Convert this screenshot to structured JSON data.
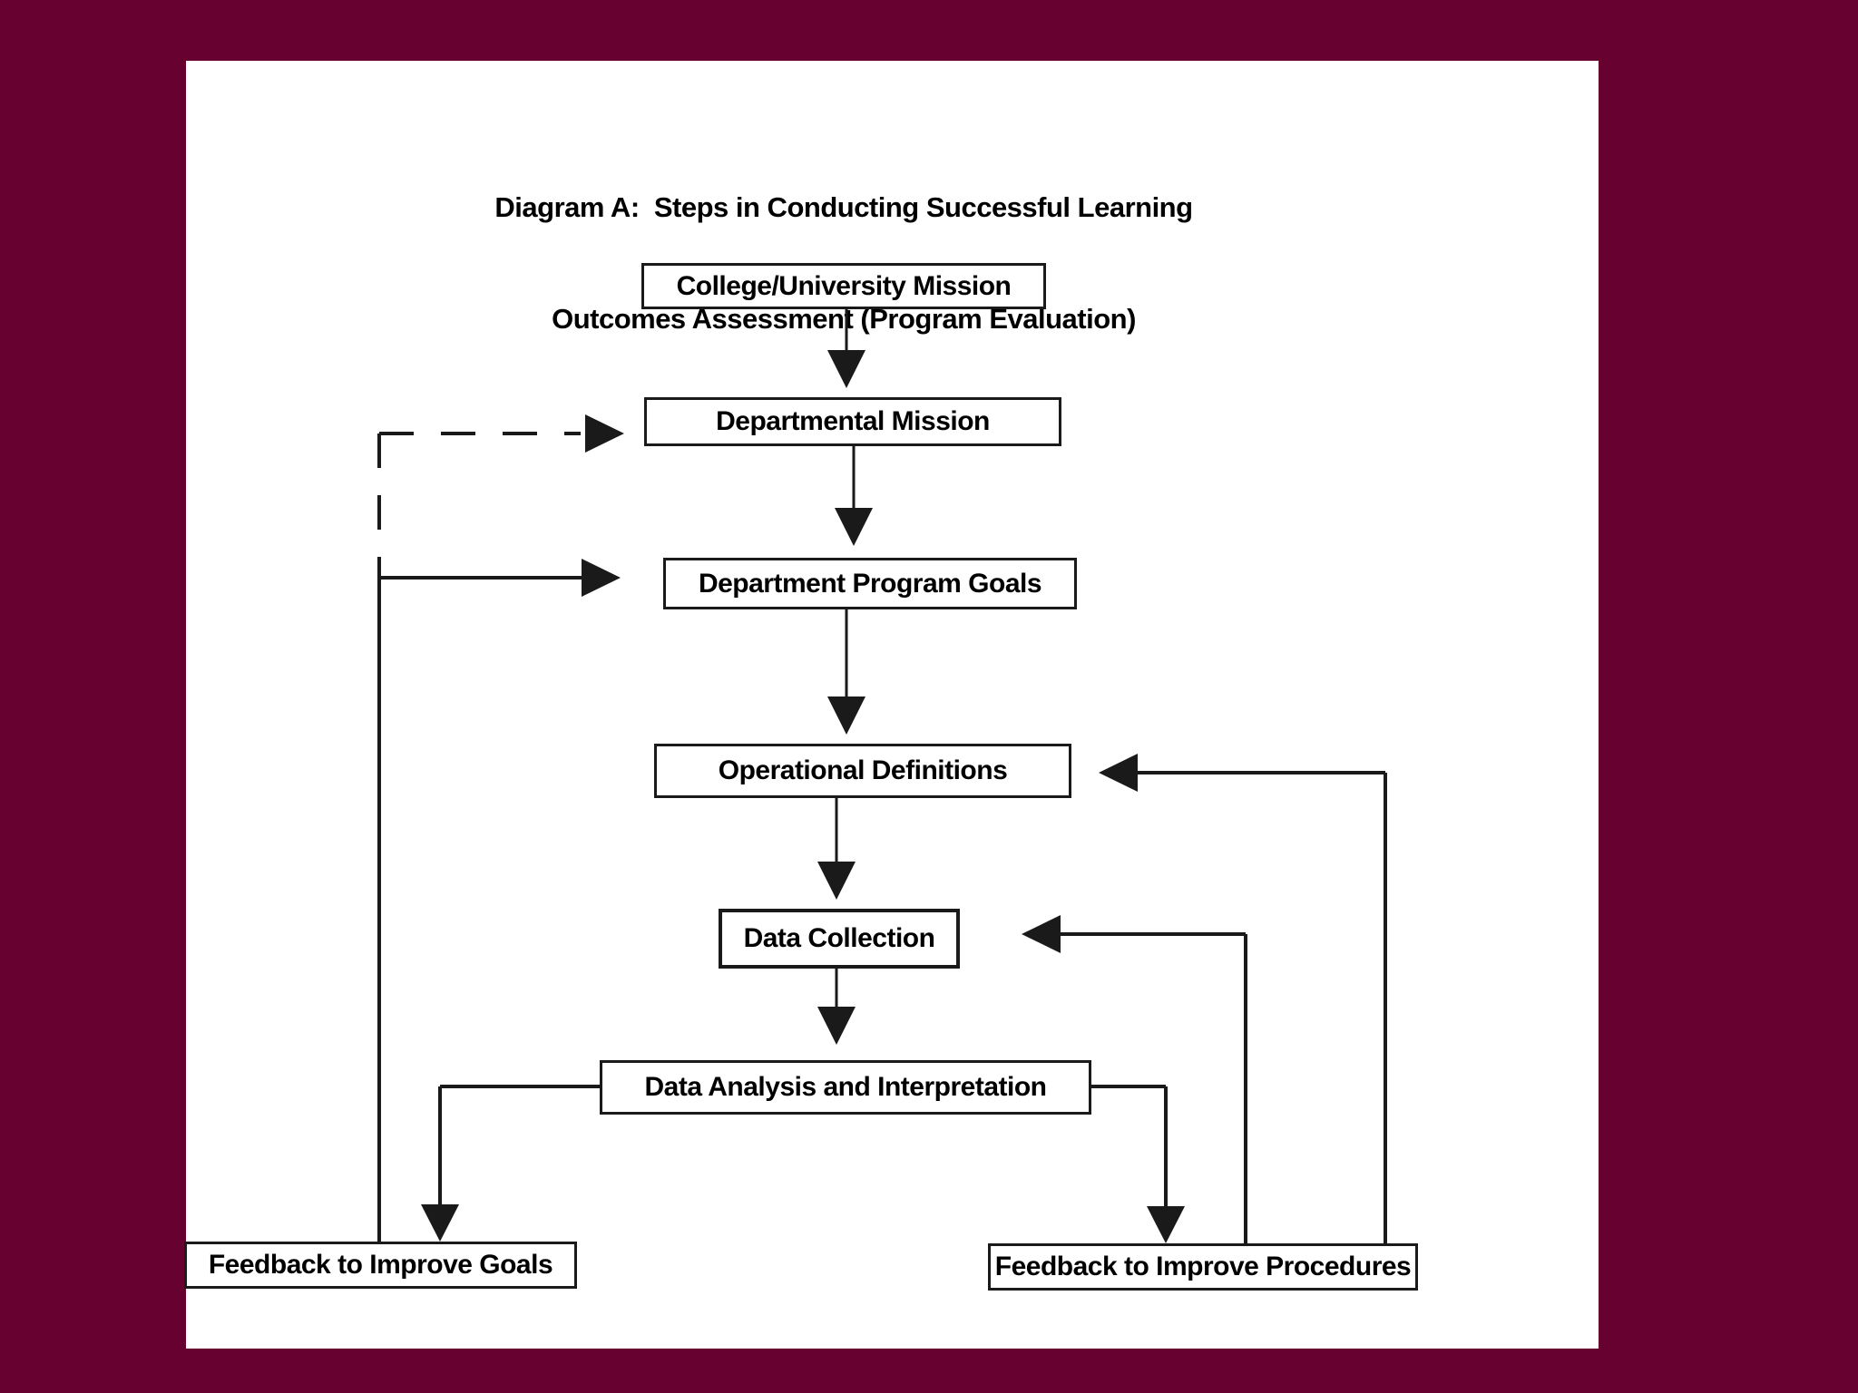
{
  "colors": {
    "background": "#67012F",
    "page": "#FFFFFF",
    "line": "#1A1A1A",
    "text": "#000000"
  },
  "title": {
    "line1": "Diagram A:  Steps in Conducting Successful Learning",
    "line2": "Outcomes Assessment (Program Evaluation)"
  },
  "nodes": {
    "college_university_mission": {
      "label": "College/University Mission"
    },
    "departmental_mission": {
      "label": "Departmental Mission"
    },
    "department_program_goals": {
      "label": "Department Program Goals"
    },
    "operational_definitions": {
      "label": "Operational Definitions"
    },
    "data_collection": {
      "label": "Data Collection"
    },
    "data_analysis_interpretation": {
      "label": "Data Analysis and Interpretation"
    },
    "feedback_improve_goals": {
      "label": "Feedback to Improve Goals"
    },
    "feedback_improve_procedures": {
      "label": "Feedback to Improve Procedures"
    }
  },
  "edges": [
    {
      "from": "College/University Mission",
      "to": "Departmental Mission",
      "type": "solid-arrow-down"
    },
    {
      "from": "Departmental Mission",
      "to": "Department Program Goals",
      "type": "solid-arrow-down"
    },
    {
      "from": "Department Program Goals",
      "to": "Operational Definitions",
      "type": "solid-arrow-down"
    },
    {
      "from": "Operational Definitions",
      "to": "Data Collection",
      "type": "solid-arrow-down"
    },
    {
      "from": "Data Collection",
      "to": "Data Analysis and Interpretation",
      "type": "solid-arrow-down"
    },
    {
      "from": "Data Analysis and Interpretation",
      "to": "Feedback to Improve Goals",
      "type": "solid-arrow-down"
    },
    {
      "from": "Data Analysis and Interpretation",
      "to": "Feedback to Improve Procedures",
      "type": "solid-arrow-down"
    },
    {
      "from": "Feedback to Improve Goals",
      "to": "Departmental Mission",
      "type": "dashed-arrow-right"
    },
    {
      "from": "Feedback to Improve Goals",
      "to": "Department Program Goals",
      "type": "solid-arrow-right"
    },
    {
      "from": "Feedback to Improve Procedures",
      "to": "Operational Definitions",
      "type": "solid-arrow-left"
    },
    {
      "from": "Feedback to Improve Procedures",
      "to": "Data Collection",
      "type": "solid-arrow-left"
    }
  ]
}
